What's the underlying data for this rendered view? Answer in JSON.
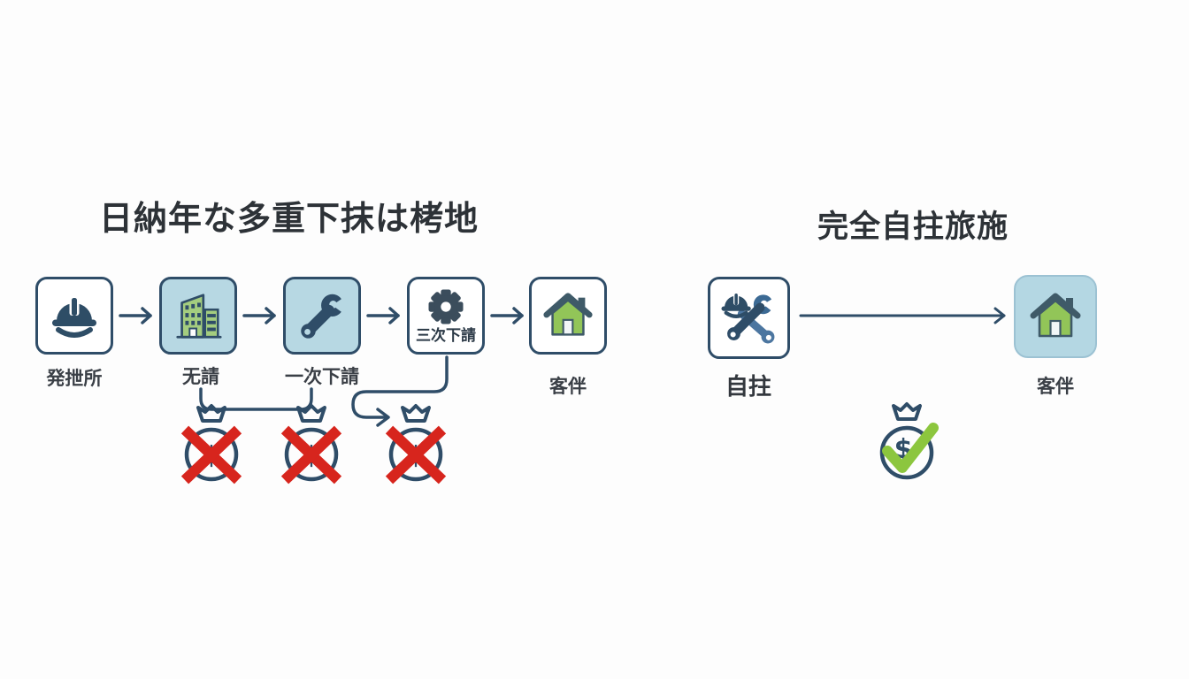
{
  "left_section": {
    "title": "日納年な多重下抹は栲地",
    "nodes": [
      {
        "id": "client",
        "label": "発抴所",
        "icon": "hard-hat-icon",
        "tile": "white"
      },
      {
        "id": "prime-contractor",
        "label": "无請",
        "icon": "building-icon",
        "tile": "light-blue"
      },
      {
        "id": "first-subcontractor",
        "label": "一次下請",
        "icon": "wrench-icon",
        "tile": "light-blue"
      },
      {
        "id": "third-subcontractor",
        "label": "三次下請",
        "icon": "gear-icon",
        "tile": "white",
        "label_position": "inside-box"
      },
      {
        "id": "customer",
        "label": "客伴",
        "icon": "house-icon",
        "tile": "white"
      }
    ],
    "money_bags": [
      {
        "status": "crossed-out"
      },
      {
        "status": "crossed-out"
      },
      {
        "status": "crossed-out"
      }
    ]
  },
  "right_section": {
    "title": "完全自拄旅施",
    "nodes": [
      {
        "id": "in-house",
        "label": "自拄",
        "icon": "tools-icon",
        "tile": "white"
      },
      {
        "id": "customer",
        "label": "客伴",
        "icon": "house-icon",
        "tile": "light-blue"
      }
    ],
    "money_bag": {
      "status": "approved"
    }
  },
  "currency_symbol": "$",
  "colors": {
    "navy": "#2f4d68",
    "light_blue_tile": "#b7d8e3",
    "green_house": "#92c558",
    "green_building": "#a4cd7f",
    "red_x": "#d7251d",
    "check_green": "#8cc63e",
    "title_text": "#2d3237",
    "label_text": "#3a3f46"
  }
}
